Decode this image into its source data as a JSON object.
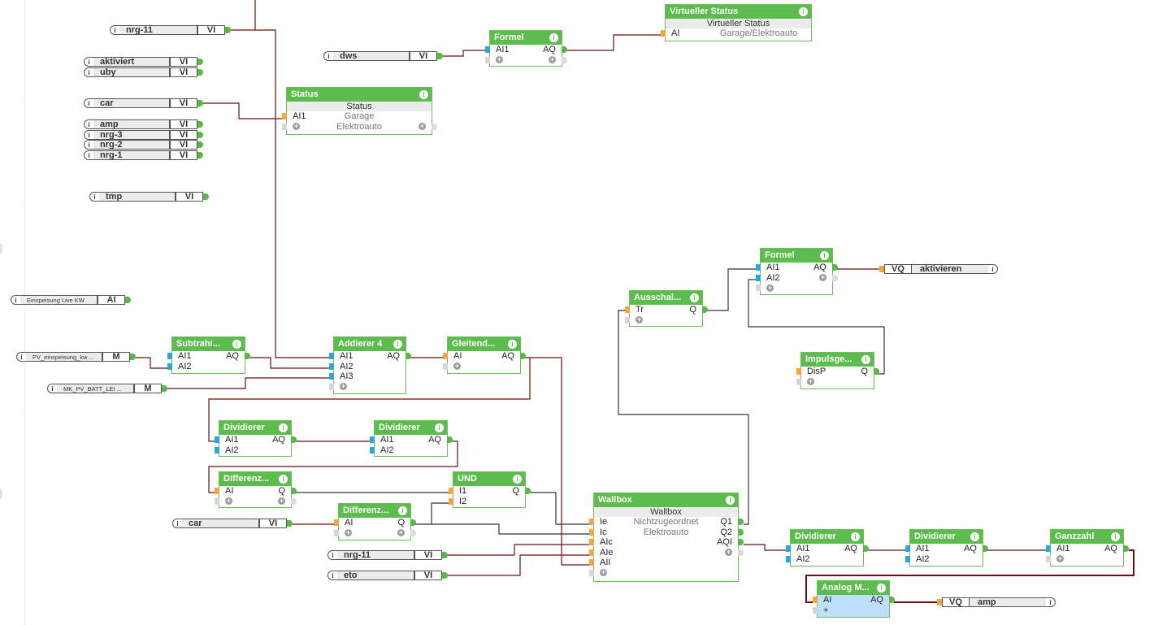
{
  "colors": {
    "block_header": "#5cbd4e",
    "analog_wire": "#6b0f12",
    "digital_wire": "#333333",
    "input_pin_analog": "#2aa8d6",
    "input_pin_digital": "#f3a640",
    "output_pin": "#58b947",
    "highlight_body": "#bfe0fb"
  },
  "inputs": [
    {
      "id": "in-nrg11-top",
      "name": "nrg-11",
      "type": "VI",
      "info": "i"
    },
    {
      "id": "in-aktiviert",
      "name": "aktiviert",
      "type": "VI",
      "info": "i"
    },
    {
      "id": "in-uby",
      "name": "uby",
      "type": "VI",
      "info": "i"
    },
    {
      "id": "in-car-top",
      "name": "car",
      "type": "VI",
      "info": "i"
    },
    {
      "id": "in-amp",
      "name": "amp",
      "type": "VI",
      "info": "i"
    },
    {
      "id": "in-nrg3",
      "name": "nrg-3",
      "type": "VI",
      "info": "i"
    },
    {
      "id": "in-nrg2",
      "name": "nrg-2",
      "type": "VI",
      "info": "i"
    },
    {
      "id": "in-nrg1",
      "name": "nrg-1",
      "type": "VI",
      "info": "i"
    },
    {
      "id": "in-tmp",
      "name": "tmp",
      "type": "VI",
      "info": "i"
    },
    {
      "id": "in-dws",
      "name": "dws",
      "type": "VI",
      "info": "i"
    },
    {
      "id": "in-einspeisung",
      "name": "Einspeisung Live KW",
      "type": "AI",
      "info": "i"
    },
    {
      "id": "in-pv-einspeisung",
      "name": "PV_einspeisung_kw ...",
      "type": "M",
      "info": "i"
    },
    {
      "id": "in-mk-pv-batt",
      "name": "MK_PV_BATT_LEI ...",
      "type": "M",
      "info": "i"
    },
    {
      "id": "in-car-bottom",
      "name": "car",
      "type": "VI",
      "info": "i"
    },
    {
      "id": "in-nrg11-bottom",
      "name": "nrg-11",
      "type": "VI",
      "info": "i"
    },
    {
      "id": "in-eto",
      "name": "eto",
      "type": "VI",
      "info": "i"
    }
  ],
  "outputs": [
    {
      "id": "out-aktivieren",
      "type": "VQ",
      "name": "aktivieren",
      "info": "i"
    },
    {
      "id": "out-amp",
      "type": "VQ",
      "name": "amp",
      "info": "i"
    }
  ],
  "blocks": {
    "formel_top": {
      "title": "Formel",
      "inputs": [
        "AI1"
      ],
      "outputs": [
        "AQ"
      ]
    },
    "virtueller_status": {
      "title": "Virtueller Status",
      "subtitle": "Virtueller Status",
      "input": "AI",
      "value": "Garage/Elektroauto"
    },
    "status": {
      "title": "Status",
      "subtitle": "Status",
      "input": "AI1",
      "value1": "Garage",
      "value2": "Elektroauto"
    },
    "subtrahierer": {
      "title": "Subtrahi...",
      "inputs": [
        "AI1",
        "AI2"
      ],
      "output": "AQ"
    },
    "addierer": {
      "title": "Addierer 4",
      "inputs": [
        "AI1",
        "AI2",
        "AI3"
      ],
      "output": "AQ"
    },
    "gleitend": {
      "title": "Gleitend...",
      "input": "AI",
      "output": "AQ"
    },
    "dividierer1": {
      "title": "Dividierer",
      "inputs": [
        "AI1",
        "AI2"
      ],
      "output": "AQ"
    },
    "dividierer2": {
      "title": "Dividierer",
      "inputs": [
        "AI1",
        "AI2"
      ],
      "output": "AQ"
    },
    "differenz1": {
      "title": "Differenz...",
      "input": "AI",
      "output": "Q"
    },
    "differenz2": {
      "title": "Differenz...",
      "input": "AI",
      "output": "Q"
    },
    "und": {
      "title": "UND",
      "inputs": [
        "I1",
        "I2"
      ],
      "output": "Q"
    },
    "wallbox": {
      "title": "Wallbox",
      "subtitle": "Wallbox",
      "inputs": [
        "Ie",
        "Ic",
        "AIc",
        "AIe",
        "AII"
      ],
      "outputs": [
        "Q1",
        "Q2",
        "AQI"
      ],
      "value1": "Nichtzugeordnet",
      "value2": "Elektroauto"
    },
    "ausschalt": {
      "title": "Ausschal...",
      "input": "Tr",
      "output": "Q"
    },
    "formel_mid": {
      "title": "Formel",
      "inputs": [
        "AI1",
        "AI2"
      ],
      "output": "AQ"
    },
    "impulsgeber": {
      "title": "Impulsge...",
      "input": "DisP",
      "output": "Q"
    },
    "dividierer3": {
      "title": "Dividierer",
      "inputs": [
        "AI1",
        "AI2"
      ],
      "output": "AQ"
    },
    "dividierer4": {
      "title": "Dividierer",
      "inputs": [
        "AI1",
        "AI2"
      ],
      "output": "AQ"
    },
    "ganzzahl": {
      "title": "Ganzzahl",
      "input": "AI1",
      "output": "AQ"
    },
    "analog_merker": {
      "title": "Analog M...",
      "input": "AI",
      "output": "AQ",
      "plus": "+"
    }
  },
  "info_glyph": "i",
  "plus_glyph": "+"
}
